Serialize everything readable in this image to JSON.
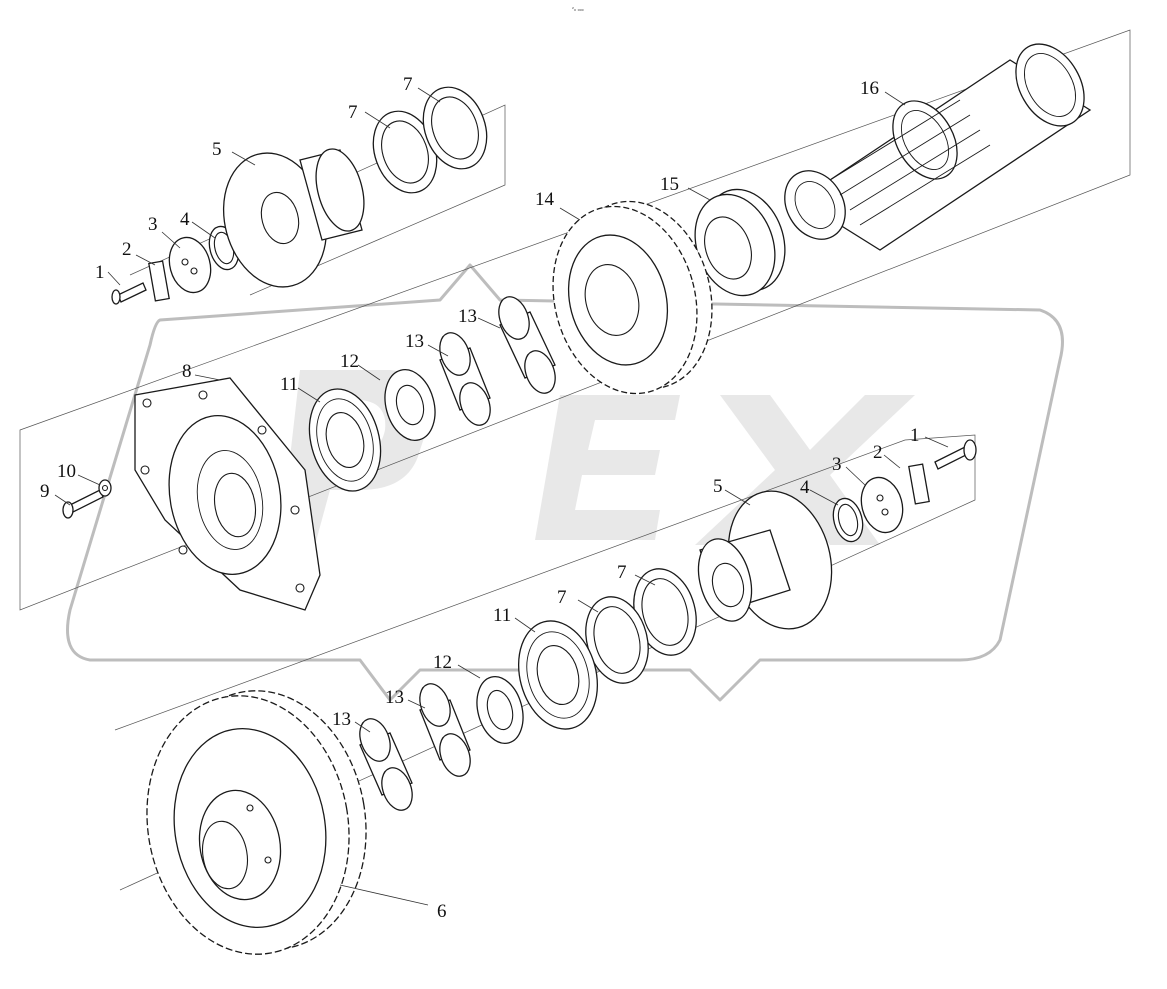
{
  "diagram": {
    "doc_code": "²₀ ₀₀₀",
    "watermark": "PEX",
    "callouts": [
      {
        "id": "c-16-upper",
        "label": "16"
      },
      {
        "id": "c-15-upper",
        "label": "15"
      },
      {
        "id": "c-14-upper",
        "label": "14"
      },
      {
        "id": "c-7a-upper",
        "label": "7"
      },
      {
        "id": "c-7b-upper",
        "label": "7"
      },
      {
        "id": "c-5-upper",
        "label": "5"
      },
      {
        "id": "c-4-upper",
        "label": "4"
      },
      {
        "id": "c-3-upper",
        "label": "3"
      },
      {
        "id": "c-2-upper",
        "label": "2"
      },
      {
        "id": "c-1-upper",
        "label": "1"
      },
      {
        "id": "c-13a",
        "label": "13"
      },
      {
        "id": "c-13b",
        "label": "13"
      },
      {
        "id": "c-12-upper",
        "label": "12"
      },
      {
        "id": "c-11-upper",
        "label": "11"
      },
      {
        "id": "c-8",
        "label": "8"
      },
      {
        "id": "c-10",
        "label": "10"
      },
      {
        "id": "c-9",
        "label": "9"
      },
      {
        "id": "c-1-right",
        "label": "1"
      },
      {
        "id": "c-2-right",
        "label": "2"
      },
      {
        "id": "c-3-right",
        "label": "3"
      },
      {
        "id": "c-4-right",
        "label": "4"
      },
      {
        "id": "c-5-right",
        "label": "5"
      },
      {
        "id": "c-7a-lower",
        "label": "7"
      },
      {
        "id": "c-7b-lower",
        "label": "7"
      },
      {
        "id": "c-11-lower",
        "label": "11"
      },
      {
        "id": "c-12-lower",
        "label": "12"
      },
      {
        "id": "c-13c",
        "label": "13"
      },
      {
        "id": "c-13d",
        "label": "13"
      },
      {
        "id": "c-6",
        "label": "6"
      }
    ]
  }
}
